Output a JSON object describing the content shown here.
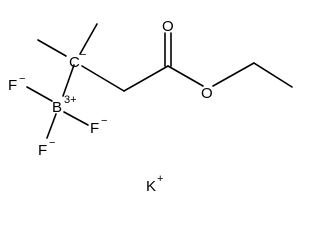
{
  "atoms": {
    "fluorine_top": "F",
    "fluorine_top_charge": "−",
    "boron": "B",
    "boron_charge": "3+",
    "fluorine_right": "F",
    "fluorine_right_charge": "−",
    "fluorine_bottom": "F",
    "fluorine_bottom_charge": "−",
    "carbanion": "C",
    "carbanion_charge": "−",
    "ester_oxygen": "O",
    "carbonyl_oxygen": "O",
    "potassium": "K",
    "potassium_charge": "+"
  }
}
